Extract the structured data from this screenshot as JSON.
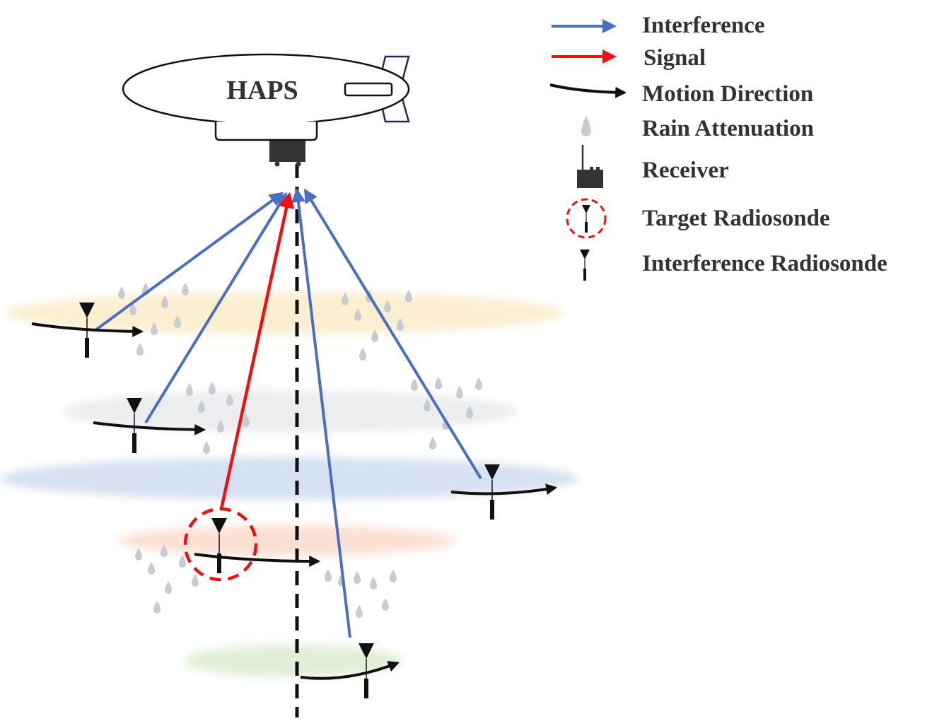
{
  "haps_label": "HAPS",
  "colors": {
    "interference": "#4a6fc0",
    "signal": "#ee1111",
    "motion": "#111111",
    "rain": "#c8ccd2",
    "layer_yellow": "#fbeed1",
    "layer_gray": "#ecedef",
    "layer_blue": "#d6e1f1",
    "layer_peach": "#fbe1d3",
    "layer_green": "#e1efd8",
    "target_circle": "#ee1111"
  },
  "legend": {
    "interference": "Interference",
    "signal": "Signal",
    "motion": "Motion Direction",
    "rain": "Rain Attenuation",
    "receiver": "Receiver",
    "target": "Target Radiosonde",
    "interference_radiosonde": "Interference Radiosonde"
  }
}
